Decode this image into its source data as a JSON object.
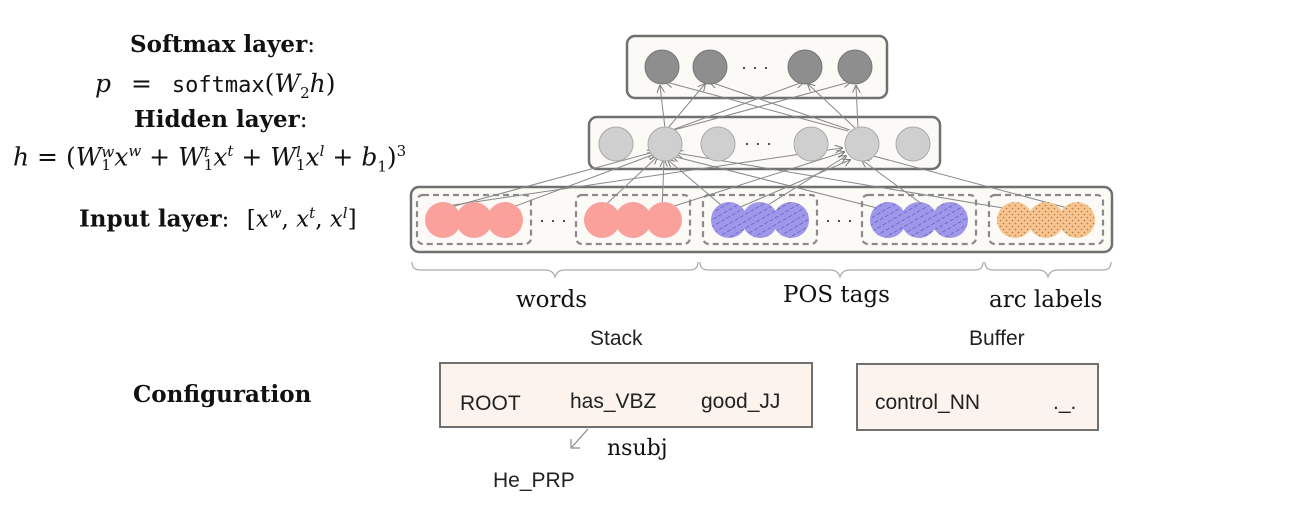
{
  "softmax": {
    "title": "Softmax layer",
    "colon": ":",
    "eq_lhs": "p",
    "eq_op": "=",
    "eq_fn": "softmax",
    "eq_arg_open": "(",
    "eq_W": "W",
    "eq_sub": "2",
    "eq_h": "h",
    "eq_arg_close": ")"
  },
  "hidden": {
    "title": "Hidden layer",
    "colon": ":",
    "formula": {
      "h": "h",
      "eq": " = (",
      "W": "W",
      "sub1": "1",
      "sup_w": "w",
      "x": "x",
      "sup_t": "t",
      "sup_l": "l",
      "plus": " + ",
      "b": "b",
      "close": ")",
      "cube": "3"
    }
  },
  "input": {
    "title": "Input layer",
    "colon": ":",
    "vec_open": "[",
    "x": "x",
    "sup_w": "w",
    "sup_t": "t",
    "sup_l": "l",
    "comma": ", ",
    "vec_close": "]"
  },
  "diagram": {
    "dots": "· · ·",
    "groups": [
      "words",
      "POS tags",
      "arc labels"
    ],
    "colors": {
      "output_node": "#8e8e8e",
      "hidden_node": "#cfcfcf",
      "word_node": "#f9a19a",
      "pos_node": "#9f97ea",
      "label_node": "#f7c490",
      "box_stroke": "#6e6e6e",
      "box_fill": "#fbfaf6",
      "config_fill": "#fbf3ec"
    }
  },
  "configuration": {
    "title": "Configuration",
    "stack_label": "Stack",
    "buffer_label": "Buffer",
    "stack_items": [
      "ROOT",
      "has_VBZ",
      "good_JJ"
    ],
    "buffer_items": [
      "control_NN",
      "._."
    ],
    "arc_label": "nsubj",
    "dependent": "He_PRP"
  }
}
